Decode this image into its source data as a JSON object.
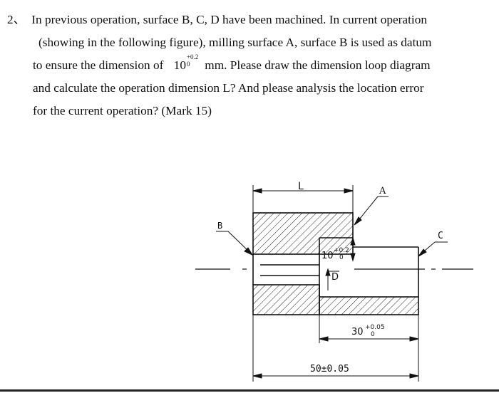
{
  "problem": {
    "number": "2、",
    "line1": "In previous operation, surface B, C, D have been machined. In current operation",
    "line2": "(showing in the following figure), milling surface A, surface B is used as datum",
    "line3_pre": "to ensure the dimension of",
    "line3_dim_base": "10",
    "line3_dim_upper": "+0.2",
    "line3_dim_lower": "0",
    "line3_post": "mm. Please draw the dimension loop diagram",
    "line4": "and calculate the operation dimension L?   And please analysis the location error",
    "line5": "for the current operation?   (Mark 15)"
  },
  "figure": {
    "label_L": "L",
    "label_A": "A",
    "label_B": "B",
    "label_C": "C",
    "label_D": "D",
    "dim_10_base": "10",
    "dim_10_upper": "+0.2",
    "dim_10_lower": "0",
    "dim_30_base": "30",
    "dim_30_upper": "+0.05",
    "dim_30_lower": "0",
    "dim_50": "50±0.05"
  }
}
